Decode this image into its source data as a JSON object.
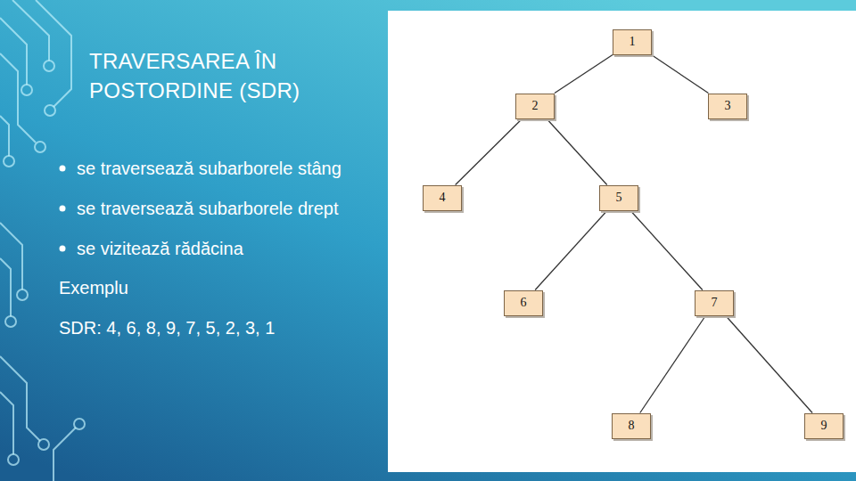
{
  "diagram": {
    "title": "TRAVERSAREA ÎN POSTORDINE (SDR)",
    "nodes": [
      {
        "text": [
          "1"
        ]
      },
      {
        "text": [
          "2"
        ]
      },
      {
        "text": [
          "3"
        ]
      },
      {
        "text": [
          "4"
        ]
      },
      {
        "text": [
          "5"
        ]
      },
      {
        "text": [
          "6"
        ]
      },
      {
        "text": [
          "7"
        ]
      },
      {
        "text": [
          "8"
        ]
      },
      {
        "text": [
          "9"
        ]
      }
    ],
    "edges": [
      {
        "from": 0,
        "to": 1,
        "arrow": "none"
      },
      {
        "from": 0,
        "to": 2,
        "arrow": "none"
      },
      {
        "from": 1,
        "to": 3,
        "arrow": "none"
      },
      {
        "from": 1,
        "to": 4,
        "arrow": "none"
      },
      {
        "from": 4,
        "to": 5,
        "arrow": "none"
      },
      {
        "from": 4,
        "to": 6,
        "arrow": "none"
      },
      {
        "from": 6,
        "to": 7,
        "arrow": "none"
      },
      {
        "from": 6,
        "to": 8,
        "arrow": "none"
      }
    ],
    "labels": [
      "se traversează subarborele stâng",
      "se traversează subarborele drept",
      "se vizitează rădăcina",
      "Exemplu",
      "SDR: 4, 6, 8, 9, 7, 5, 2, 3, 1"
    ]
  }
}
